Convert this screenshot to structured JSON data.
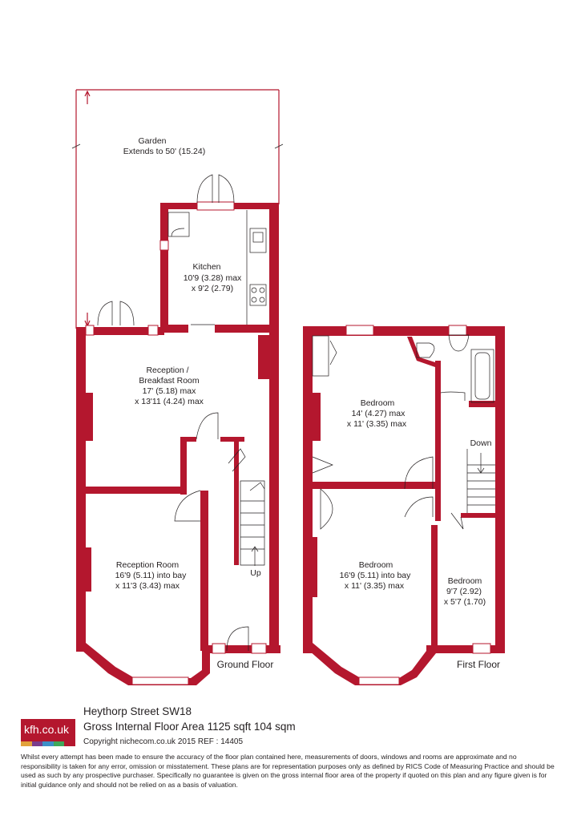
{
  "rooms": {
    "garden": {
      "name": "Garden",
      "dims": "Extends to 50' (15.24)"
    },
    "kitchen": {
      "name": "Kitchen",
      "dims1": "10'9 (3.28) max",
      "dims2": "x 9'2 (2.79)"
    },
    "reception_breakfast": {
      "name1": "Reception /",
      "name2": "Breakfast Room",
      "dims1": "17' (5.18) max",
      "dims2": "x 13'11 (4.24) max"
    },
    "reception_room": {
      "name": "Reception Room",
      "dims1": "16'9 (5.11) into bay",
      "dims2": "x 11'3 (3.43) max"
    },
    "bedroom_1": {
      "name": "Bedroom",
      "dims1": "14' (4.27) max",
      "dims2": "x 11' (3.35) max"
    },
    "bedroom_2": {
      "name": "Bedroom",
      "dims1": "16'9 (5.11) into bay",
      "dims2": "x 11' (3.35) max"
    },
    "bedroom_3": {
      "name": "Bedroom",
      "dims1": "9'7 (2.92)",
      "dims2": "x 5'7 (1.70)"
    }
  },
  "stairs": {
    "up": "Up",
    "down": "Down"
  },
  "floors": {
    "ground": "Ground Floor",
    "first": "First Floor"
  },
  "footer": {
    "logo": "kfh.co.uk",
    "logo_colors": [
      "#e2a23b",
      "#7a3c8c",
      "#3c8fc7",
      "#3fa85a",
      "#b4172e"
    ],
    "address": "Heythorp Street SW18",
    "area": "Gross Internal Floor Area 1125 sqft 104 sqm",
    "copyright": "Copyright nichecom.co.uk 2015 REF : 14405",
    "disclaimer": "Whilst every attempt has been made to ensure the accuracy of the floor plan contained here, measurements of doors, windows and rooms are approximate and no responsibility is taken for any error, omission or misstatement. These plans are for representation purposes only as defined by RICS Code of Measuring Practice and should be used as such by any prospective purchaser. Specifically no guarantee is given on the gross internal floor area of the property if quoted on this plan and any figure given is for initial guidance only and should not be relied on as a basis of valuation."
  },
  "colors": {
    "wall": "#b4172e",
    "text": "#231f20",
    "background": "#ffffff"
  }
}
